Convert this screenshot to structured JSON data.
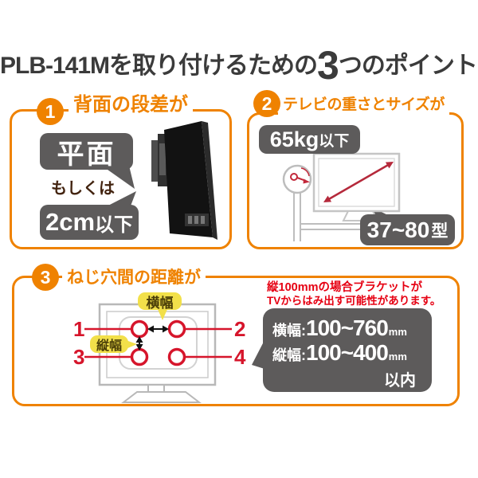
{
  "title": {
    "model": "PLB-141M",
    "middle": "を取り付けるための",
    "count": "3",
    "suffix": "つのポイント"
  },
  "points": {
    "p1": {
      "number": "1",
      "heading": "背面の段差が",
      "flat": "平面",
      "or_text": "もしくは",
      "step_value": "2cm",
      "step_suffix": "以下"
    },
    "p2": {
      "number": "2",
      "heading": "テレビの重さとサイズが",
      "weight_value": "65kg",
      "weight_suffix": "以下",
      "size_value": "37~80",
      "size_suffix": "型"
    },
    "p3": {
      "number": "3",
      "heading": "ねじ穴間の距離が",
      "width_label": "横幅",
      "height_label": "縦幅",
      "holes": [
        "1",
        "2",
        "3",
        "4"
      ],
      "note1": "縦100mmの場合ブラケットが",
      "note2": "TVからはみ出す可能性があります。",
      "spec": {
        "w_label": "横幅:",
        "w_value": "100~760",
        "w_unit": "mm",
        "h_label": "縦幅:",
        "h_value": "100~400",
        "h_unit": "mm",
        "within": "以内"
      }
    }
  },
  "colors": {
    "accent_orange": "#ef8200",
    "bubble_gray": "#5d5b5b",
    "diagram_red": "#d6152b",
    "arrow_crimson": "#b5293b",
    "note_red": "#e60012",
    "label_yellow": "#f2e04a",
    "title_gray": "#3b3b3b"
  }
}
